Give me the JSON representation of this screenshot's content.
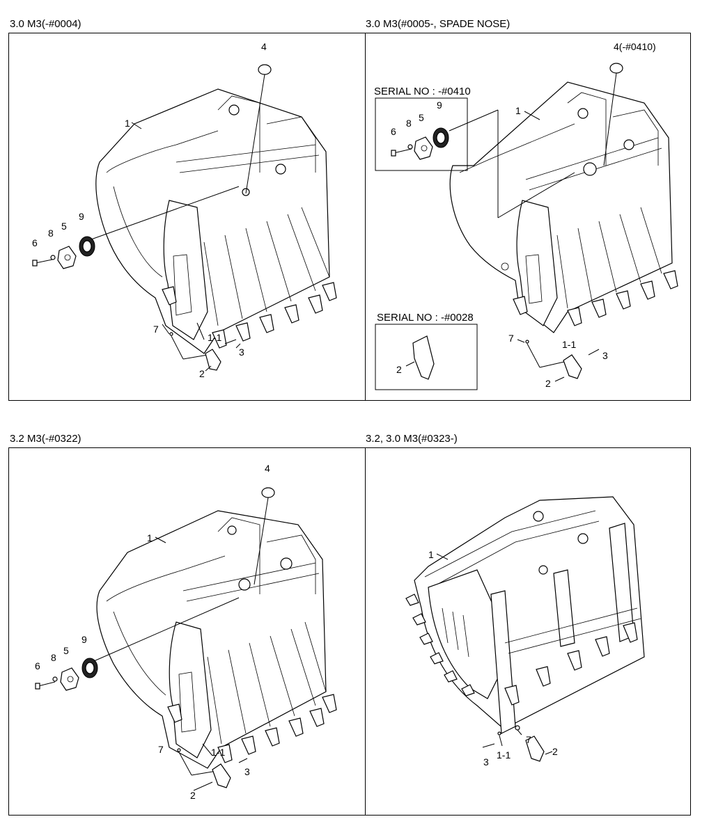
{
  "panels": [
    {
      "title": "3.0 M3(-#0004)"
    },
    {
      "title": "3.0 M3(#0005-, SPADE NOSE)",
      "serial_boxes": [
        "SERIAL NO : -#0410",
        "SERIAL NO : -#0028"
      ]
    },
    {
      "title": "3.2 M3(-#0322)"
    },
    {
      "title": "3.2, 3.0 M3(#0323-)"
    }
  ],
  "labels": {
    "p1": [
      "1",
      "2",
      "3",
      "4",
      "5",
      "6",
      "7",
      "8",
      "9",
      "1-1"
    ],
    "p2": [
      "1",
      "2",
      "3",
      "4(-#0410)",
      "5",
      "6",
      "7",
      "8",
      "9",
      "1-1",
      "2"
    ],
    "p3": [
      "1",
      "2",
      "3",
      "4",
      "5",
      "6",
      "7",
      "8",
      "9",
      "1-1"
    ],
    "p4": [
      "1",
      "2",
      "3",
      "7",
      "1-1"
    ]
  }
}
